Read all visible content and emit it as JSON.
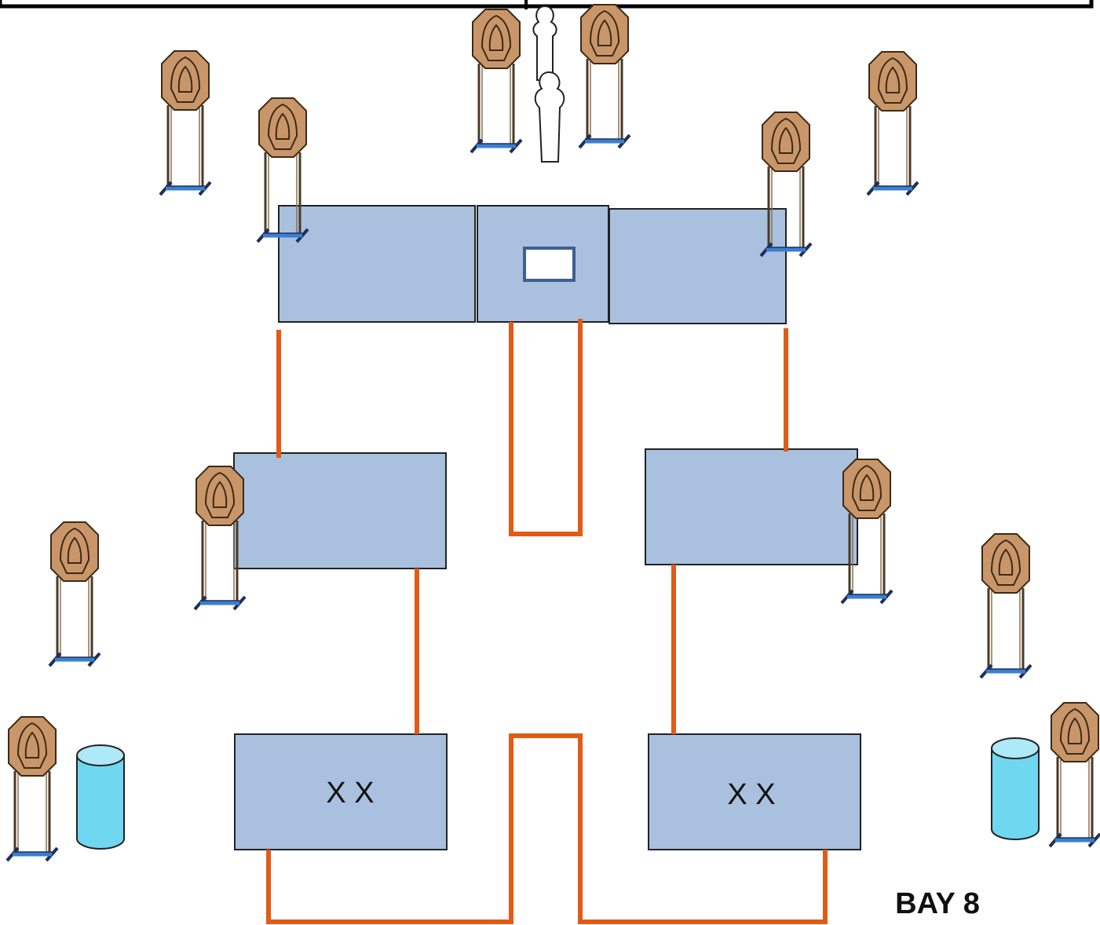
{
  "diagram": {
    "bay_label": "BAY 8",
    "box_labels": {
      "bottom_left": "X X",
      "bottom_right": "X X"
    },
    "colors": {
      "table_fill": "#a9c1df",
      "table_stroke": "#222222",
      "fault_line": "#e35a16",
      "target_face": "#c9966a",
      "target_stroke": "#3c2a16",
      "stand_leg": "#4a3a26",
      "stand_base": "#3a7fd0",
      "barrel_fill": "#6fd8f0",
      "barrel_top": "#aee9f7",
      "window_stroke": "#3e5f92",
      "no_shoot_fill": "#ffffff"
    }
  }
}
